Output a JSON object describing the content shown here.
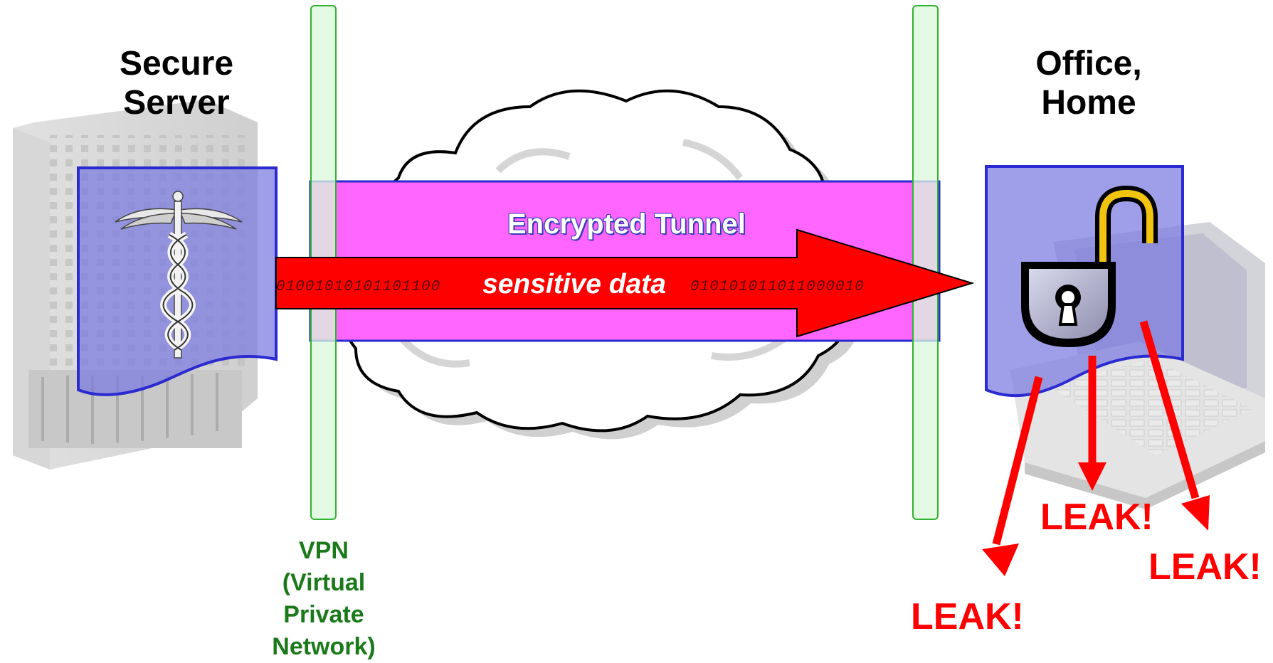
{
  "server": {
    "title_line1": "Secure",
    "title_line2": "Server"
  },
  "office": {
    "title_line1": "Office,",
    "title_line2": "Home"
  },
  "tunnel": {
    "label": "Encrypted Tunnel"
  },
  "data_arrow": {
    "label": "sensitive data",
    "bits_left": "01001010101101100",
    "bits_right": "010101011011000010"
  },
  "vpn": {
    "line1": "VPN",
    "line2": "(Virtual",
    "line3": "Private",
    "line4": "Network)"
  },
  "leaks": [
    "LEAK!",
    "LEAK!",
    "LEAK!"
  ],
  "colors": {
    "tunnel": "#ff66ff",
    "arrow": "#ff0000",
    "document_fill": "#9a9ae8",
    "document_border": "#2a2ad0",
    "vpn_bar": "#dcf7dc",
    "vpn_text": "#1a7a1a",
    "leak": "#ff0000"
  },
  "icons": {
    "server": "server-tower-icon",
    "caduceus": "caduceus-icon",
    "laptop": "laptop-icon",
    "padlock": "open-padlock-icon",
    "cloud": "cloud-icon"
  }
}
